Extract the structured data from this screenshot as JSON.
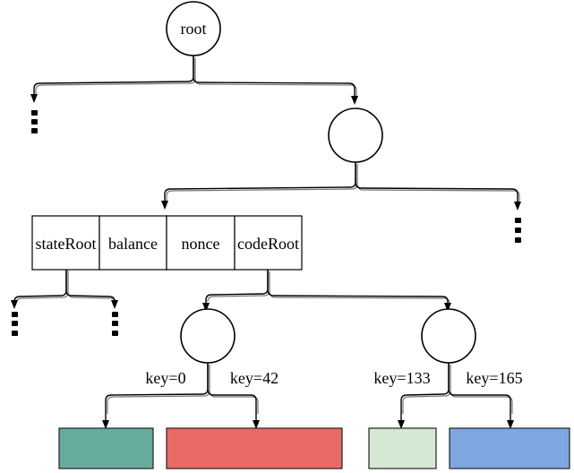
{
  "root_label": "root",
  "account_fields": [
    "stateRoot",
    "balance",
    "nonce",
    "codeRoot"
  ],
  "edge_labels": {
    "key_0": "key=0",
    "key_42": "key=42",
    "key_133": "key=133",
    "key_165": "key=165"
  },
  "leaf_colors": {
    "key_0": "#67AB9F",
    "key_42": "#EA6B66",
    "key_133": "#D5E8D4",
    "key_165": "#7EA6E0"
  },
  "icons": [
    "ellipsis-vertical-icon"
  ]
}
